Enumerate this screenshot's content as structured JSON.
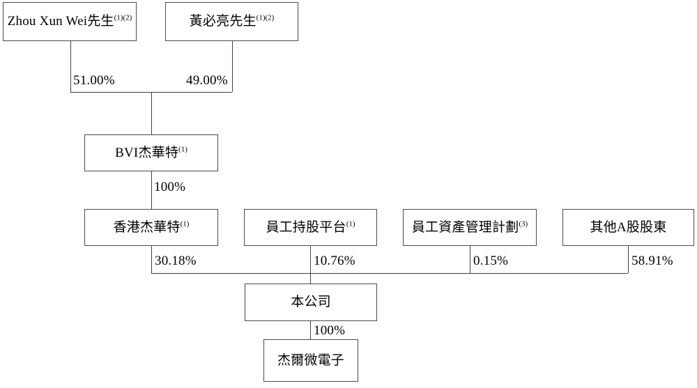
{
  "chart_data": {
    "type": "diagram",
    "title": "Shareholding / corporate structure chart",
    "nodes": [
      {
        "id": "zhou",
        "label": "Zhou Xun Wei先生",
        "sup": "(1)(2)"
      },
      {
        "id": "huang",
        "label": "黃必亮先生",
        "sup": "(1)(2)"
      },
      {
        "id": "bvi",
        "label": "BVI杰華特",
        "sup": "(1)"
      },
      {
        "id": "hk",
        "label": "香港杰華特",
        "sup": "(1)"
      },
      {
        "id": "esop",
        "label": "員工持股平台",
        "sup": "(1)"
      },
      {
        "id": "assetplan",
        "label": "員工資產管理計劃",
        "sup": "(3)"
      },
      {
        "id": "othera",
        "label": "其他A股股東",
        "sup": ""
      },
      {
        "id": "company",
        "label": "本公司",
        "sup": ""
      },
      {
        "id": "jerui",
        "label": "杰爾微電子",
        "sup": ""
      }
    ],
    "edges": [
      {
        "from": "zhou",
        "to": "bvi",
        "label": "51.00%"
      },
      {
        "from": "huang",
        "to": "bvi",
        "label": "49.00%"
      },
      {
        "from": "bvi",
        "to": "hk",
        "label": "100%"
      },
      {
        "from": "hk",
        "to": "company",
        "label": "30.18%"
      },
      {
        "from": "esop",
        "to": "company",
        "label": "10.76%"
      },
      {
        "from": "assetplan",
        "to": "company",
        "label": "0.15%"
      },
      {
        "from": "othera",
        "to": "company",
        "label": "58.91%"
      },
      {
        "from": "company",
        "to": "jerui",
        "label": "100%"
      }
    ]
  },
  "colors": {
    "box_border": "#4a4a4a",
    "line": "#3f3f3f",
    "background": "#ffffff",
    "text": "#000000"
  },
  "nodes": {
    "zhou": {
      "label": "Zhou Xun Wei先生",
      "sup": "(1)(2)"
    },
    "huang": {
      "label": "黃必亮先生",
      "sup": "(1)(2)"
    },
    "bvi": {
      "label": "BVI杰華特",
      "sup": "(1)"
    },
    "hk": {
      "label": "香港杰華特",
      "sup": "(1)"
    },
    "esop": {
      "label": "員工持股平台",
      "sup": "(1)"
    },
    "assetplan": {
      "label": "員工資產管理計劃",
      "sup": "(3)"
    },
    "othera": {
      "label": "其他A股股東",
      "sup": ""
    },
    "company": {
      "label": "本公司",
      "sup": ""
    },
    "jerui": {
      "label": "杰爾微電子",
      "sup": ""
    }
  },
  "percentages": {
    "zhou_to_bvi": "51.00%",
    "huang_to_bvi": "49.00%",
    "bvi_to_hk": "100%",
    "hk_to_company": "30.18%",
    "esop_to_company": "10.76%",
    "asset_to_company": "0.15%",
    "othera_to_company": "58.91%",
    "company_to_jerui": "100%"
  }
}
